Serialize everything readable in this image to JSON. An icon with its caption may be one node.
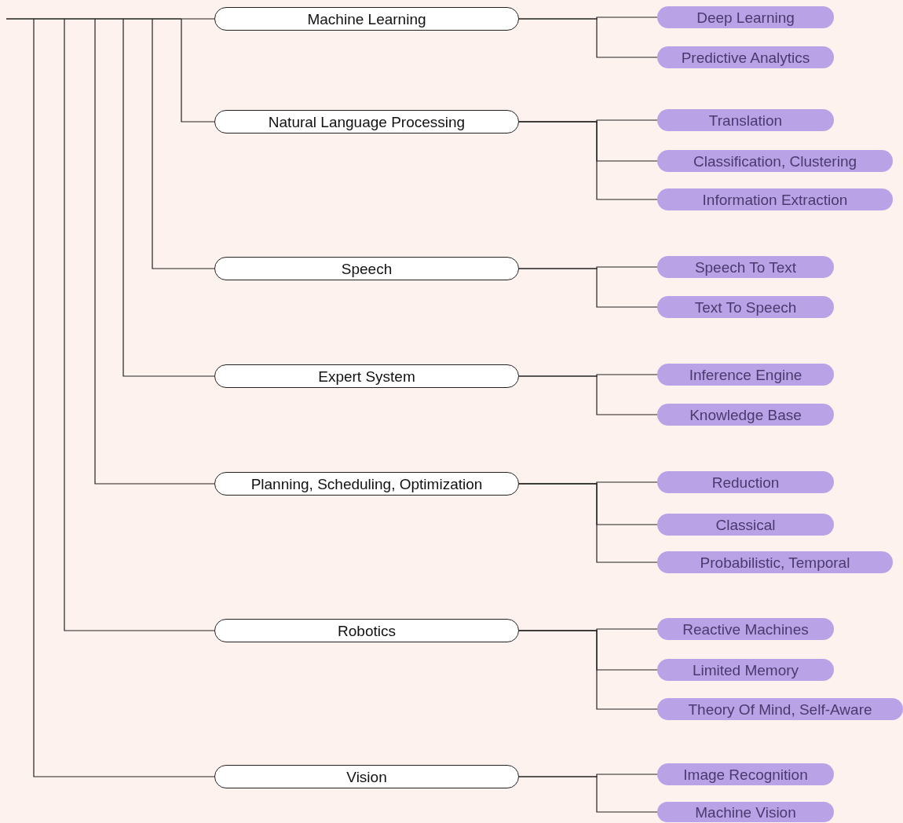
{
  "diagram": {
    "nodes": [
      {
        "text": [
          "Machine Learning"
        ]
      },
      {
        "text": [
          "Deep Learning"
        ]
      },
      {
        "text": [
          "Predictive Analytics"
        ]
      },
      {
        "text": [
          "Natural Language Processing"
        ]
      },
      {
        "text": [
          "Translation"
        ]
      },
      {
        "text": [
          "Classification, Clustering"
        ]
      },
      {
        "text": [
          "Information Extraction"
        ]
      },
      {
        "text": [
          "Speech"
        ]
      },
      {
        "text": [
          "Speech To Text"
        ]
      },
      {
        "text": [
          "Text To Speech"
        ]
      },
      {
        "text": [
          "Expert System"
        ]
      },
      {
        "text": [
          "Inference Engine"
        ]
      },
      {
        "text": [
          "Knowledge Base"
        ]
      },
      {
        "text": [
          "Planning, Scheduling, Optimization"
        ]
      },
      {
        "text": [
          "Reduction"
        ]
      },
      {
        "text": [
          "Classical"
        ]
      },
      {
        "text": [
          "Probabilistic, Temporal"
        ]
      },
      {
        "text": [
          "Robotics"
        ]
      },
      {
        "text": [
          "Reactive Machines"
        ]
      },
      {
        "text": [
          "Limited Memory"
        ]
      },
      {
        "text": [
          "Theory Of Mind, Self-Aware"
        ]
      },
      {
        "text": [
          "Vision"
        ]
      },
      {
        "text": [
          "Image Recognition"
        ]
      },
      {
        "text": [
          "Machine Vision"
        ]
      }
    ],
    "edges": [
      {
        "from": null,
        "to": 0,
        "arrow": "none"
      },
      {
        "from": 0,
        "to": 1,
        "arrow": "none"
      },
      {
        "from": 0,
        "to": 2,
        "arrow": "none"
      },
      {
        "from": null,
        "to": 3,
        "arrow": "none"
      },
      {
        "from": 3,
        "to": 4,
        "arrow": "none"
      },
      {
        "from": 3,
        "to": 5,
        "arrow": "none"
      },
      {
        "from": 3,
        "to": 6,
        "arrow": "none"
      },
      {
        "from": null,
        "to": 7,
        "arrow": "none"
      },
      {
        "from": 7,
        "to": 8,
        "arrow": "none"
      },
      {
        "from": 7,
        "to": 9,
        "arrow": "none"
      },
      {
        "from": null,
        "to": 10,
        "arrow": "none"
      },
      {
        "from": 10,
        "to": 11,
        "arrow": "none"
      },
      {
        "from": 10,
        "to": 12,
        "arrow": "none"
      },
      {
        "from": null,
        "to": 13,
        "arrow": "none"
      },
      {
        "from": 13,
        "to": 14,
        "arrow": "none"
      },
      {
        "from": 13,
        "to": 15,
        "arrow": "none"
      },
      {
        "from": 13,
        "to": 16,
        "arrow": "none"
      },
      {
        "from": null,
        "to": 17,
        "arrow": "none"
      },
      {
        "from": 17,
        "to": 18,
        "arrow": "none"
      },
      {
        "from": 17,
        "to": 19,
        "arrow": "none"
      },
      {
        "from": 17,
        "to": 20,
        "arrow": "none"
      },
      {
        "from": null,
        "to": 21,
        "arrow": "none"
      },
      {
        "from": 21,
        "to": 22,
        "arrow": "none"
      },
      {
        "from": 21,
        "to": 23,
        "arrow": "none"
      }
    ]
  }
}
